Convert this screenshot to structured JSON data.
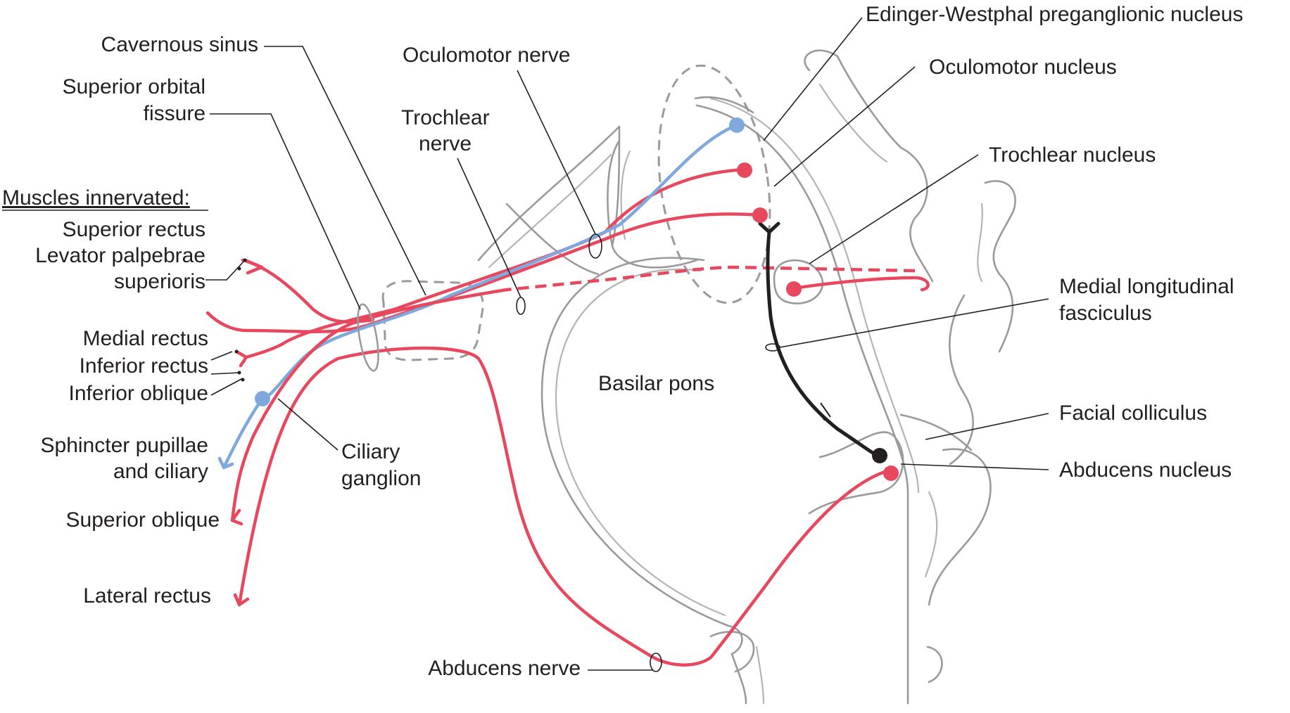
{
  "labels": {
    "cavernous_sinus": "Cavernous sinus",
    "superior_orbital_1": "Superior orbital",
    "superior_orbital_2": "fissure",
    "muscles_header": "Muscles innervated:",
    "superior_rectus": "Superior rectus",
    "levator_1": "Levator palpebrae",
    "levator_2": "superioris",
    "medial_rectus": "Medial rectus",
    "inferior_rectus": "Inferior rectus",
    "inferior_oblique": "Inferior oblique",
    "sphincter_1": "Sphincter pupillae",
    "sphincter_2": "and ciliary",
    "superior_oblique": "Superior oblique",
    "lateral_rectus": "Lateral rectus",
    "oculomotor_nerve": "Oculomotor nerve",
    "trochlear_nerve_1": "Trochlear",
    "trochlear_nerve_2": "nerve",
    "ciliary_ganglion_1": "Ciliary",
    "ciliary_ganglion_2": "ganglion",
    "edinger_westphal": "Edinger-Westphal preganglionic nucleus",
    "oculomotor_nucleus": "Oculomotor nucleus",
    "trochlear_nucleus": "Trochlear nucleus",
    "mlf_1": "Medial longitudinal",
    "mlf_2": "fasciculus",
    "basilar_pons": "Basilar pons",
    "facial_colliculus": "Facial colliculus",
    "abducens_nucleus": "Abducens nucleus",
    "abducens_nerve": "Abducens nerve"
  },
  "colors": {
    "motor_nerve": "#e8485e",
    "parasympathetic": "#7fa9dc",
    "mlf": "#231f20",
    "outline": "#9a9a9a"
  }
}
